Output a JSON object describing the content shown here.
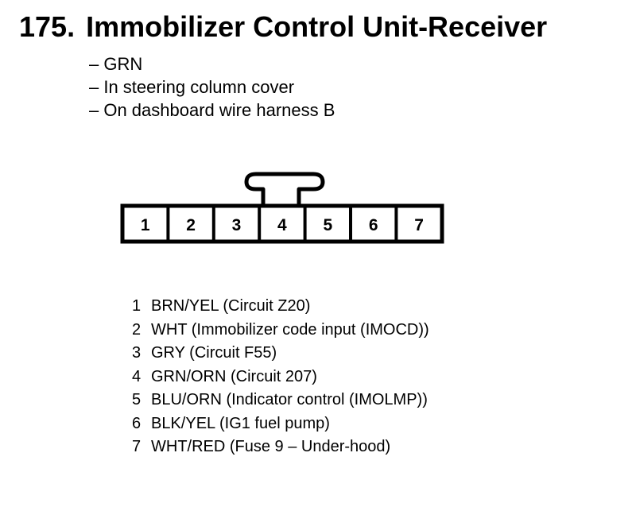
{
  "title": {
    "number": "175.",
    "text": "Immobilizer Control Unit-Receiver"
  },
  "notes": [
    "– GRN",
    "– In steering column cover",
    "– On dashboard wire harness B"
  ],
  "connector": {
    "cavities": [
      "1",
      "2",
      "3",
      "4",
      "5",
      "6",
      "7"
    ],
    "color": "#000000"
  },
  "pins": [
    {
      "num": "1",
      "desc": "BRN/YEL (Circuit Z20)"
    },
    {
      "num": "2",
      "desc": "WHT (Immobilizer code input (IMOCD))"
    },
    {
      "num": "3",
      "desc": "GRY (Circuit F55)"
    },
    {
      "num": "4",
      "desc": "GRN/ORN (Circuit 207)"
    },
    {
      "num": "5",
      "desc": "BLU/ORN (Indicator control (IMOLMP))"
    },
    {
      "num": "6",
      "desc": "BLK/YEL (IG1 fuel pump)"
    },
    {
      "num": "7",
      "desc": "WHT/RED (Fuse 9 – Under-hood)"
    }
  ]
}
